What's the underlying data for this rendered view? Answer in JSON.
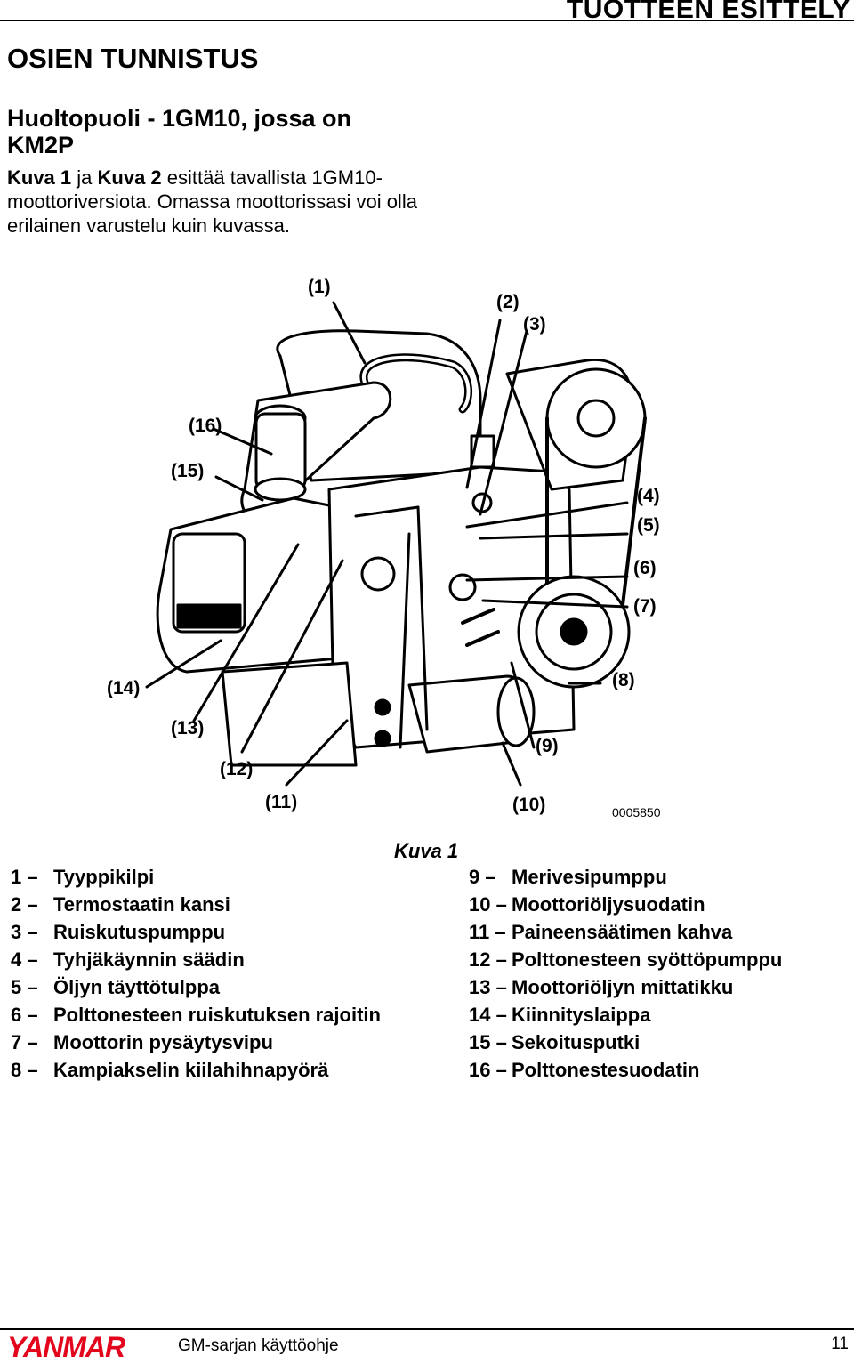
{
  "header": {
    "title": "TUOTTEEN ESITTELY"
  },
  "section_title": "OSIEN TUNNISTUS",
  "sub_title": "Huoltopuoli - 1GM10, jossa on KM2P",
  "intro": {
    "part1": "Kuva 1",
    "part2": " ja ",
    "part3": "Kuva 2",
    "part4": " esittää tavallista 1GM10-moottoriversiota. Omassa moottorissasi voi olla erilainen varustelu kuin kuvassa."
  },
  "figure": {
    "callouts": [
      "(1)",
      "(2)",
      "(3)",
      "(16)",
      "(15)",
      "(4)",
      "(5)",
      "(6)",
      "(7)",
      "(14)",
      "(8)",
      "(13)",
      "(9)",
      "(12)",
      "(11)",
      "(10)"
    ],
    "code": "0005850",
    "caption": "Kuva 1"
  },
  "legend_left": [
    {
      "num": "1 –",
      "label": "Tyyppikilpi"
    },
    {
      "num": "2 –",
      "label": "Termostaatin kansi"
    },
    {
      "num": "3 –",
      "label": "Ruiskutuspumppu"
    },
    {
      "num": "4 –",
      "label": "Tyhjäkäynnin säädin"
    },
    {
      "num": "5 –",
      "label": "Öljyn täyttötulppa"
    },
    {
      "num": "6 –",
      "label": "Polttonesteen ruiskutuksen rajoitin"
    },
    {
      "num": "7 –",
      "label": "Moottorin pysäytysvipu"
    },
    {
      "num": "8 –",
      "label": "Kampiakselin kiilahihnapyörä"
    }
  ],
  "legend_right": [
    {
      "num": "9 –",
      "label": "Merivesipumppu"
    },
    {
      "num": "10 –",
      "label": "Moottoriöljysuodatin"
    },
    {
      "num": "11 –",
      "label": "Paineensäätimen kahva"
    },
    {
      "num": "12 –",
      "label": "Polttonesteen syöttöpumppu"
    },
    {
      "num": "13 –",
      "label": "Moottoriöljyn mittatikku"
    },
    {
      "num": "14 –",
      "label": "Kiinnityslaippa"
    },
    {
      "num": "15 –",
      "label": "Sekoitusputki"
    },
    {
      "num": "16 –",
      "label": "Polttonestesuodatin"
    }
  ],
  "footer": {
    "brand": "YANMAR",
    "doc_title": "GM-sarjan käyttöohje",
    "page": "11",
    "brand_color": "#e3051b"
  }
}
